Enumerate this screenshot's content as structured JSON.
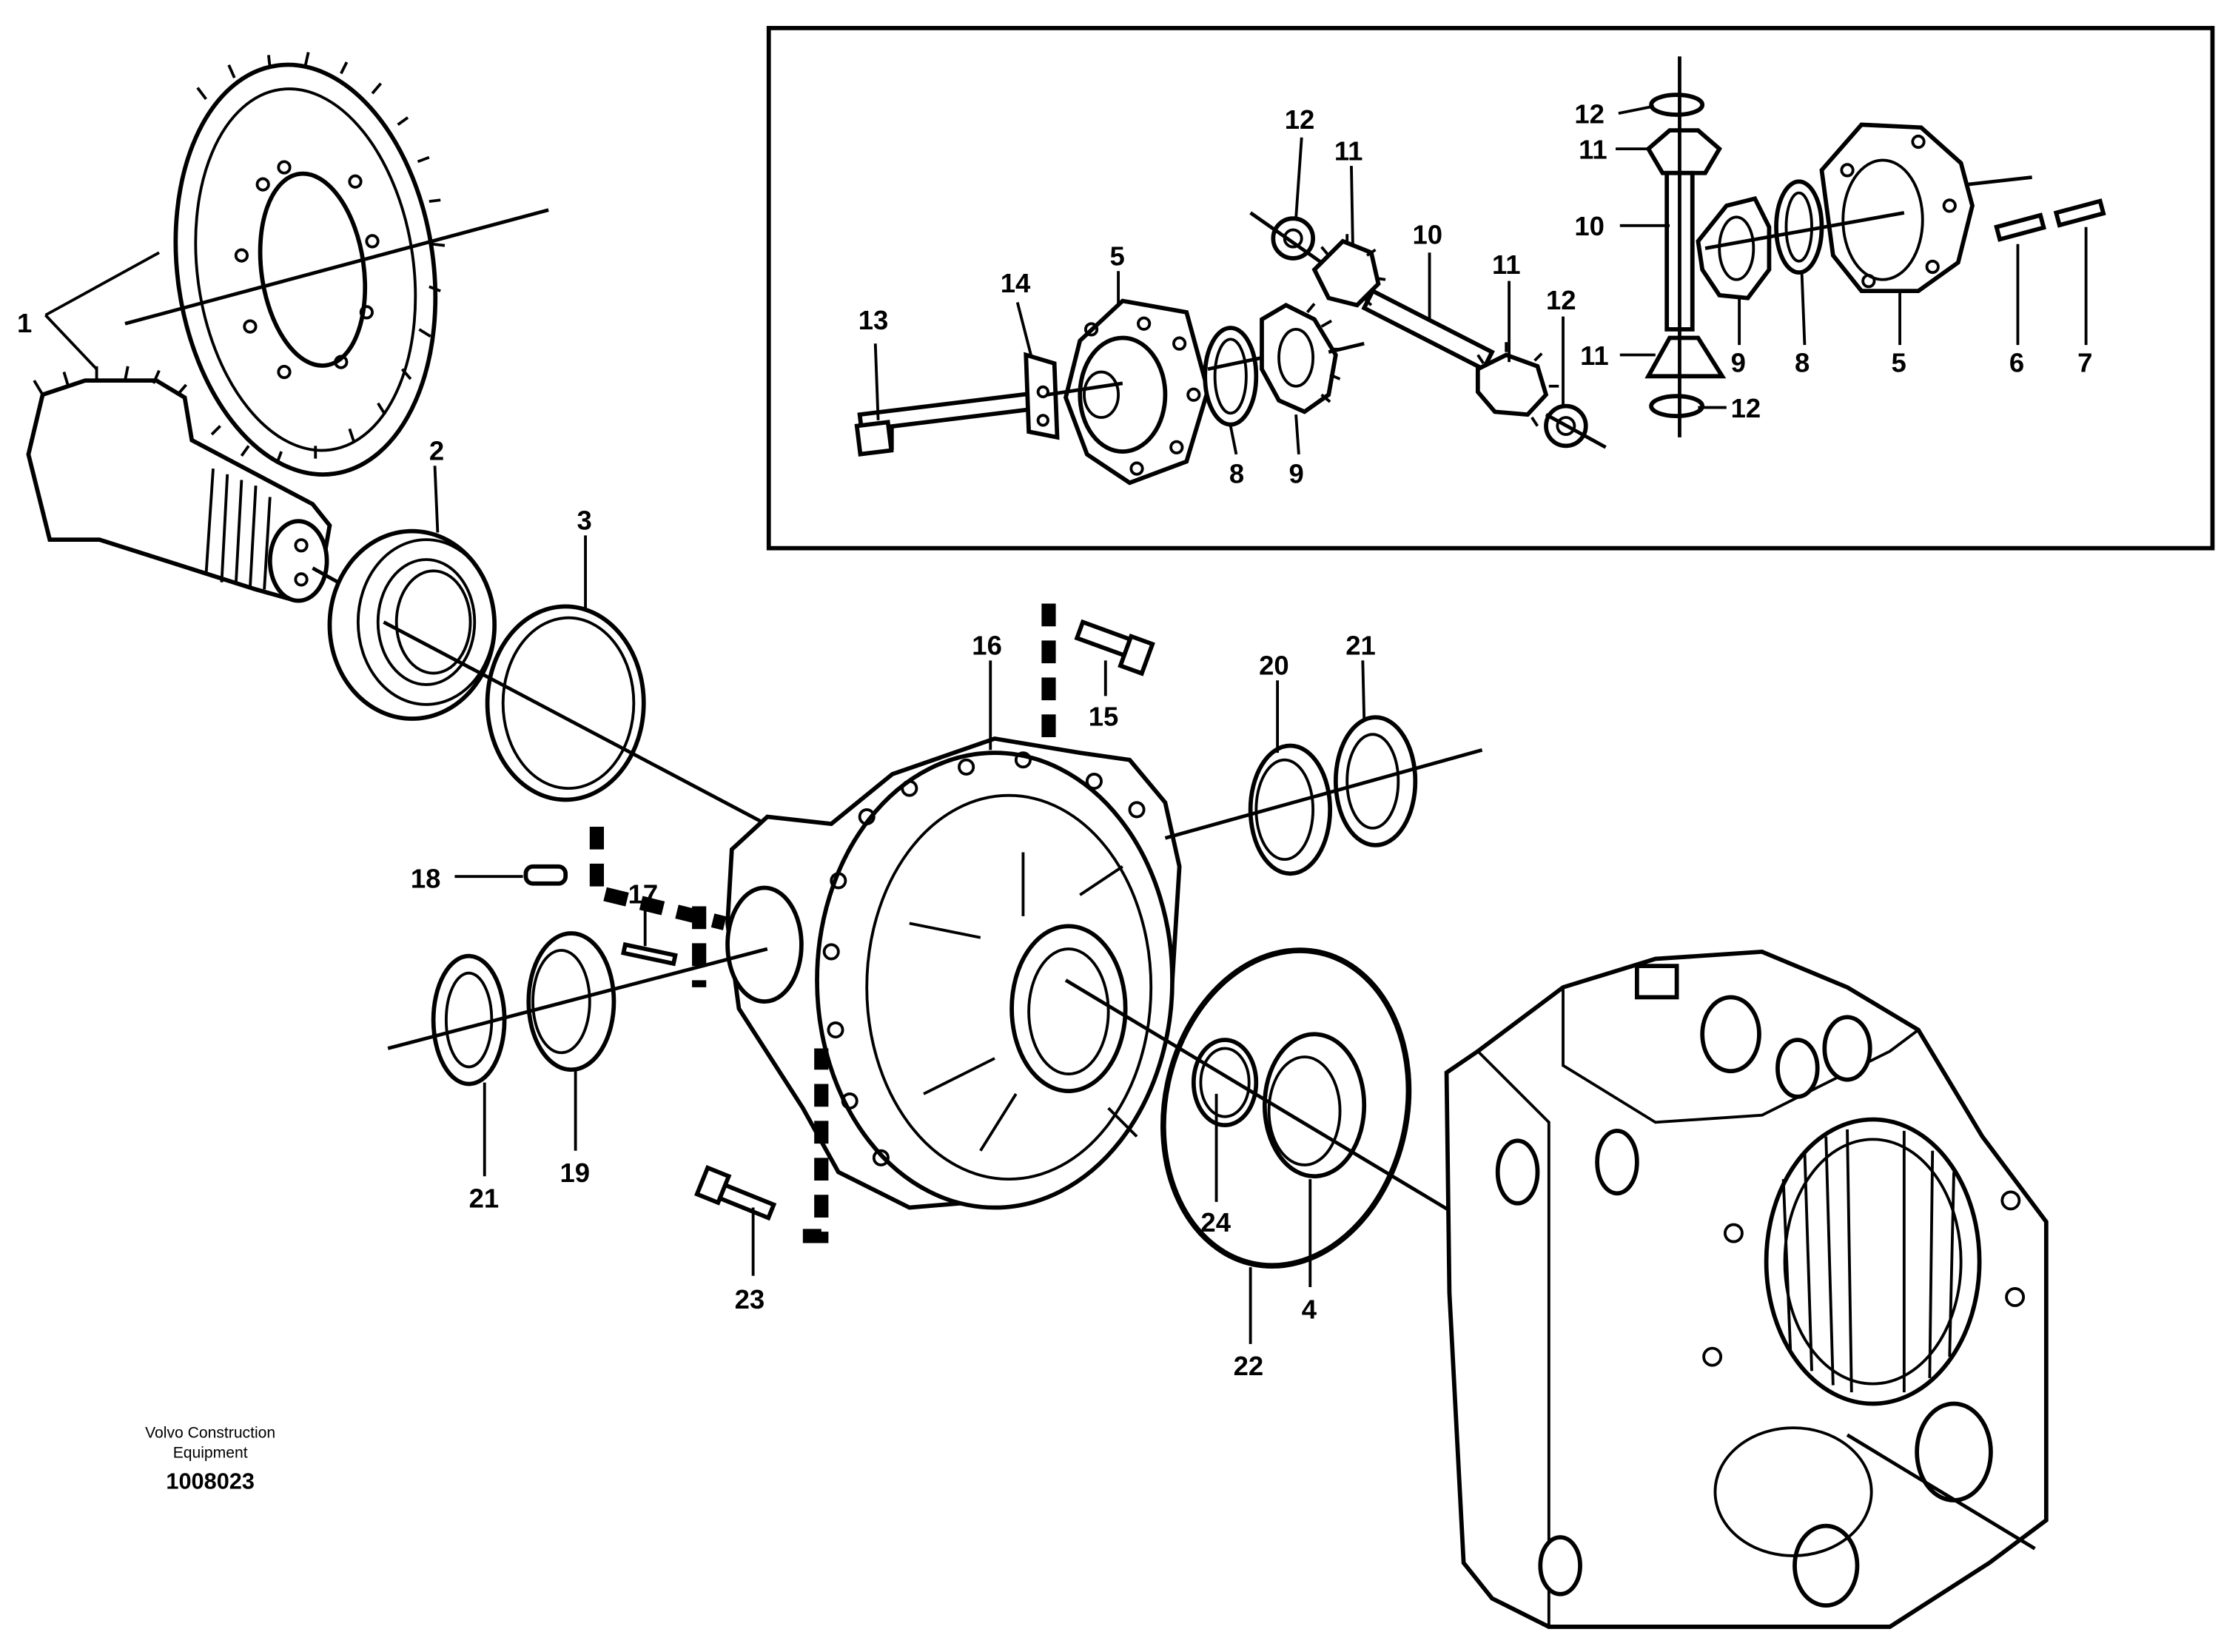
{
  "labels": [
    "1",
    "2",
    "3",
    "4",
    "5",
    "6",
    "7",
    "8",
    "9",
    "10",
    "11",
    "12",
    "13",
    "14",
    "15",
    "16",
    "17",
    "18",
    "19",
    "20",
    "21",
    "22",
    "23",
    "24"
  ],
  "footer": {
    "maker_line1": "Volvo Construction",
    "maker_line2": "Equipment",
    "doc_number": "1008023"
  }
}
